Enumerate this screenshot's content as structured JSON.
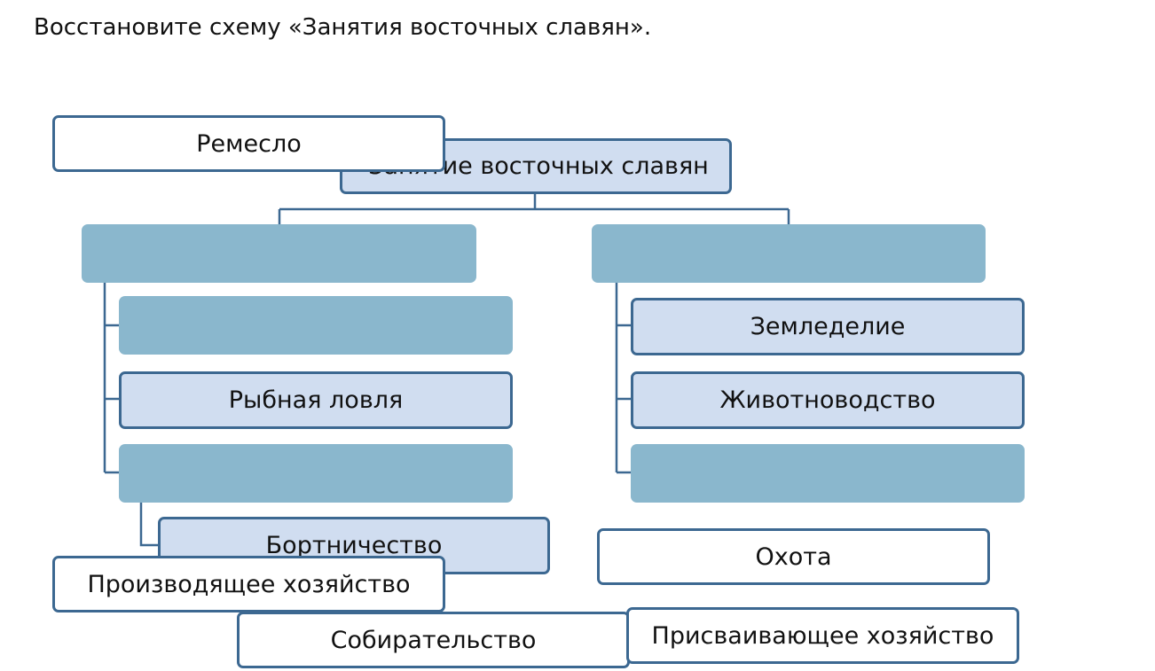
{
  "question": "Восстановите схему «Занятия восточных славян».",
  "diagram": {
    "root": "Занятие восточных славян",
    "left_branch": {
      "heading": "",
      "items": [
        "",
        "Рыбная ловля",
        ""
      ],
      "sub_item": "Бортничество"
    },
    "right_branch": {
      "heading": "",
      "items": [
        "Земледелие",
        "Животноводство",
        ""
      ]
    }
  },
  "answer_tiles": [
    "Ремесло",
    "Производящее хозяйство",
    "Собирательство",
    "Охота",
    "Присваивающее хозяйство"
  ],
  "colors": {
    "filled_box": "#d0ddf0",
    "blank_slot": "#8ab7cd",
    "border": "#3c6891",
    "connector": "#3c6891"
  }
}
